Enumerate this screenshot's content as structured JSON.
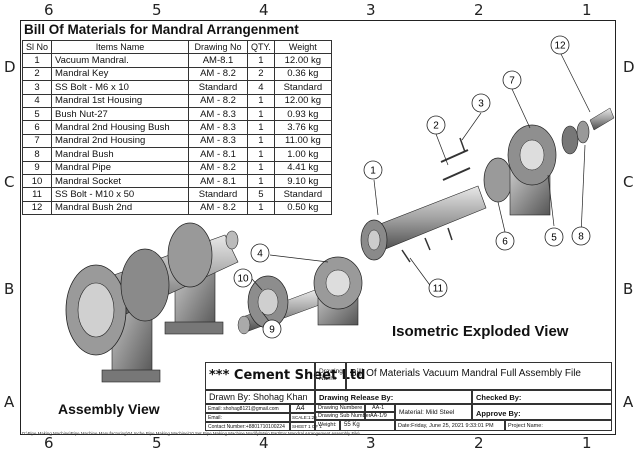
{
  "border_letters": [
    "D",
    "C",
    "B",
    "A"
  ],
  "border_numbers_top": [
    "6",
    "5",
    "4",
    "3",
    "2",
    "1"
  ],
  "border_numbers_bottom": [
    "6",
    "5",
    "4",
    "3",
    "2",
    "1"
  ],
  "bom_title": "Bill Of Materials for Mandral Arrangenment",
  "bom_headers": [
    "Sl No",
    "Items Name",
    "Drawing No",
    "QTY.",
    "Weight"
  ],
  "bom_rows": [
    [
      "1",
      "Vacuum Mandral.",
      "AM-8.1",
      "1",
      "12.00 kg"
    ],
    [
      "2",
      "Mandral Key",
      "AM - 8.2",
      "2",
      "0.36 kg"
    ],
    [
      "3",
      "SS Bolt - M6 x 10",
      "Standard",
      "4",
      "Standard"
    ],
    [
      "4",
      "Mandral 1st Housing",
      "AM - 8.2",
      "1",
      "12.00 kg"
    ],
    [
      "5",
      "Bush Nut-27",
      "AM - 8.3",
      "1",
      "0.93 kg"
    ],
    [
      "6",
      "Mandral 2nd Housing Bush",
      "AM - 8.3",
      "1",
      "3.76 kg"
    ],
    [
      "7",
      "Mandral 2nd Housing",
      "AM - 8.3",
      "1",
      "11.00 kg"
    ],
    [
      "8",
      "Mandral Bush",
      "AM - 8.1",
      "1",
      "1.00 kg"
    ],
    [
      "9",
      "Mandral Pipe",
      "AM - 8.2",
      "1",
      "4.41 kg"
    ],
    [
      "10",
      "Mandral Socket",
      "AM - 8.1",
      "1",
      "9.10 kg"
    ],
    [
      "11",
      "SS Bolt - M10 x 50",
      "Standard",
      "5",
      "Standard"
    ],
    [
      "12",
      "Mandral Bush 2nd",
      "AM - 8.2",
      "1",
      "0.50 kg"
    ]
  ],
  "callouts": [
    "1",
    "2",
    "3",
    "4",
    "5",
    "6",
    "7",
    "8",
    "9",
    "10",
    "11",
    "12"
  ],
  "isometric_label": "Isometric Exploded View",
  "assembly_label": "Assembly View",
  "title_block": {
    "company": "*** Cement Sheet Ltd",
    "drawing_name_label": "Drawing Name",
    "drawing_name": "Bill Of Materials Vacuum Mandral Full Assembly File",
    "drawn_by": "Drawn By: Shohag Khan",
    "email_label": "Email: shohag8121@gmail.com",
    "email2_label": "Email:",
    "contact": "Contact Number:+8801710100224",
    "drawing_release": "Drawing Release By:",
    "checked_by": "Checked By:",
    "approve_by": "Approve By:",
    "paper_size": "A4",
    "scale": "SCALE:1:20",
    "sheet": "SHEET 1 OF 1",
    "drawing_number_label": "Drawing Numbere",
    "drawing_number": "AA-1",
    "drawing_sub_label": "Drawing Sub Number",
    "drawing_sub": "AA-1/9",
    "weight_label": "Weight:",
    "weight": "55 Kg",
    "material": "Material: Mild Steel",
    "date": "Date:Friday, June 25, 2021 9:33:01 PM",
    "project": "Project Name:"
  },
  "file_path": "D:\\Pipe Making Machine\\Pipe Machine Manufacturing\\04 Inche Pipe Making Machine\\10 Set Pipe Making Machine Modify\\Main Part\\For Mandral Arrangement Assembly File\\"
}
